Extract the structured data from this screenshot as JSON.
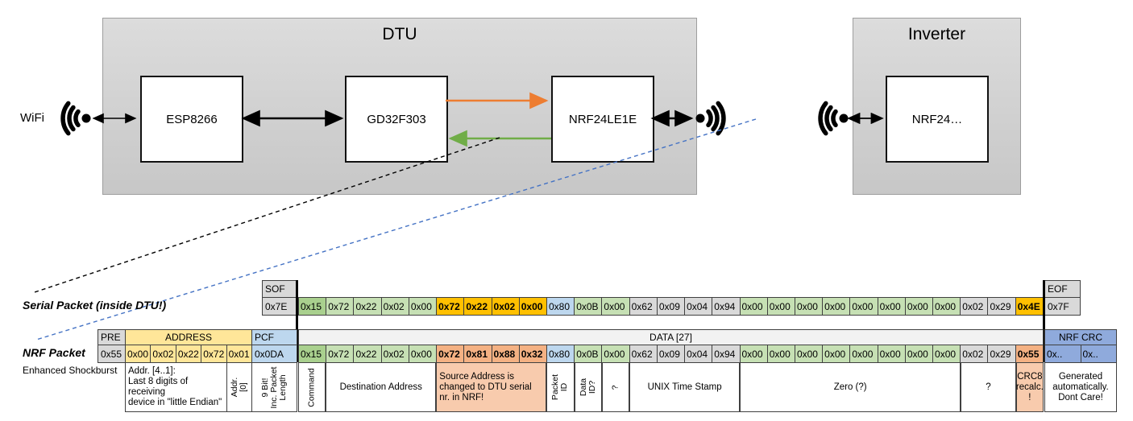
{
  "diagram": {
    "wifi_label": "WiFi",
    "dtu": {
      "title": "DTU",
      "components": [
        {
          "label": "ESP8266"
        },
        {
          "label": "GD32F303"
        },
        {
          "label": "NRF24LE1E"
        }
      ]
    },
    "inverter": {
      "title": "Inverter",
      "components": [
        {
          "label": "NRF24…"
        }
      ]
    },
    "colors": {
      "orange_arrow": "#ED7D31",
      "green_arrow": "#70AD47",
      "blue_dashed_line": "#4472C4",
      "black_dashed_line": "#000000"
    }
  },
  "serial_packet": {
    "label": "Serial Packet (inside DTU!)",
    "sof": {
      "header": "SOF",
      "value": "0x7E"
    },
    "eof": {
      "header": "EOF",
      "value": "0x7F"
    },
    "bytes": [
      {
        "v": "0x15",
        "c": "g1"
      },
      {
        "v": "0x72",
        "c": "g2"
      },
      {
        "v": "0x22",
        "c": "g2"
      },
      {
        "v": "0x02",
        "c": "g2"
      },
      {
        "v": "0x00",
        "c": "g2"
      },
      {
        "v": "0x72",
        "c": "gold"
      },
      {
        "v": "0x22",
        "c": "gold"
      },
      {
        "v": "0x02",
        "c": "gold"
      },
      {
        "v": "0x00",
        "c": "gold"
      },
      {
        "v": "0x80",
        "c": "blue"
      },
      {
        "v": "0x0B",
        "c": "g2"
      },
      {
        "v": "0x00",
        "c": "g2"
      },
      {
        "v": "0x62",
        "c": "gray"
      },
      {
        "v": "0x09",
        "c": "gray"
      },
      {
        "v": "0x04",
        "c": "gray"
      },
      {
        "v": "0x94",
        "c": "gray"
      },
      {
        "v": "0x00",
        "c": "g2"
      },
      {
        "v": "0x00",
        "c": "g2"
      },
      {
        "v": "0x00",
        "c": "g2"
      },
      {
        "v": "0x00",
        "c": "g2"
      },
      {
        "v": "0x00",
        "c": "g2"
      },
      {
        "v": "0x00",
        "c": "g2"
      },
      {
        "v": "0x00",
        "c": "g2"
      },
      {
        "v": "0x00",
        "c": "g2"
      },
      {
        "v": "0x02",
        "c": "gray"
      },
      {
        "v": "0x29",
        "c": "gray"
      },
      {
        "v": "0x4E",
        "c": "gold"
      }
    ]
  },
  "nrf_packet": {
    "label": "NRF Packet",
    "sublabel": "Enhanced Shockburst",
    "pre": {
      "header": "PRE",
      "value": "0x55"
    },
    "address": {
      "header": "ADDRESS",
      "values": [
        "0x00",
        "0x02",
        "0x22",
        "0x72",
        "0x01"
      ]
    },
    "pcf": {
      "header": "PCF",
      "value": "0x0DA"
    },
    "data_header": "DATA [27]",
    "crc": {
      "header": "NRF CRC",
      "values": [
        "0x..",
        "0x.."
      ]
    },
    "bytes": [
      {
        "v": "0x15",
        "c": "g1"
      },
      {
        "v": "0x72",
        "c": "g2"
      },
      {
        "v": "0x22",
        "c": "g2"
      },
      {
        "v": "0x02",
        "c": "g2"
      },
      {
        "v": "0x00",
        "c": "g2"
      },
      {
        "v": "0x72",
        "c": "salmon"
      },
      {
        "v": "0x81",
        "c": "salmon"
      },
      {
        "v": "0x88",
        "c": "salmon"
      },
      {
        "v": "0x32",
        "c": "salmon"
      },
      {
        "v": "0x80",
        "c": "blue"
      },
      {
        "v": "0x0B",
        "c": "g2"
      },
      {
        "v": "0x00",
        "c": "g2"
      },
      {
        "v": "0x62",
        "c": "gray"
      },
      {
        "v": "0x09",
        "c": "gray"
      },
      {
        "v": "0x04",
        "c": "gray"
      },
      {
        "v": "0x94",
        "c": "gray"
      },
      {
        "v": "0x00",
        "c": "g2"
      },
      {
        "v": "0x00",
        "c": "g2"
      },
      {
        "v": "0x00",
        "c": "g2"
      },
      {
        "v": "0x00",
        "c": "g2"
      },
      {
        "v": "0x00",
        "c": "g2"
      },
      {
        "v": "0x00",
        "c": "g2"
      },
      {
        "v": "0x00",
        "c": "g2"
      },
      {
        "v": "0x00",
        "c": "g2"
      },
      {
        "v": "0x02",
        "c": "gray"
      },
      {
        "v": "0x29",
        "c": "gray"
      },
      {
        "v": "0x55",
        "c": "salmon"
      }
    ],
    "prefix_annotations": {
      "address_note": "Addr. [4..1]:\nLast 8 digits of receiving\ndevice in \"little Endian\"",
      "addr0_note": "Addr.[0]",
      "pcf_note": "9 Bit!\nInc. Packet\nLength",
      "crc_note": "Generated\nautomatically.\nDont Care!"
    },
    "data_annotations": [
      {
        "text": "Command",
        "start": 0,
        "end": 1,
        "vertical": true
      },
      {
        "text": "Destination Address",
        "start": 1,
        "end": 5
      },
      {
        "text": "Source Address is\nchanged to DTU serial\nnr. in NRF!",
        "start": 5,
        "end": 9,
        "highlight": true,
        "align": "left"
      },
      {
        "text": "Packet ID",
        "start": 9,
        "end": 10,
        "vertical": true
      },
      {
        "text": "Data ID?",
        "start": 10,
        "end": 11,
        "vertical": true
      },
      {
        "text": "?",
        "start": 11,
        "end": 12,
        "vertical": true
      },
      {
        "text": "UNIX Time Stamp",
        "start": 12,
        "end": 16
      },
      {
        "text": "Zero (?)",
        "start": 16,
        "end": 24
      },
      {
        "text": "?",
        "start": 24,
        "end": 26
      },
      {
        "text": "CRC8\nrecalc.\n!",
        "start": 26,
        "end": 27,
        "highlight": true
      }
    ]
  }
}
